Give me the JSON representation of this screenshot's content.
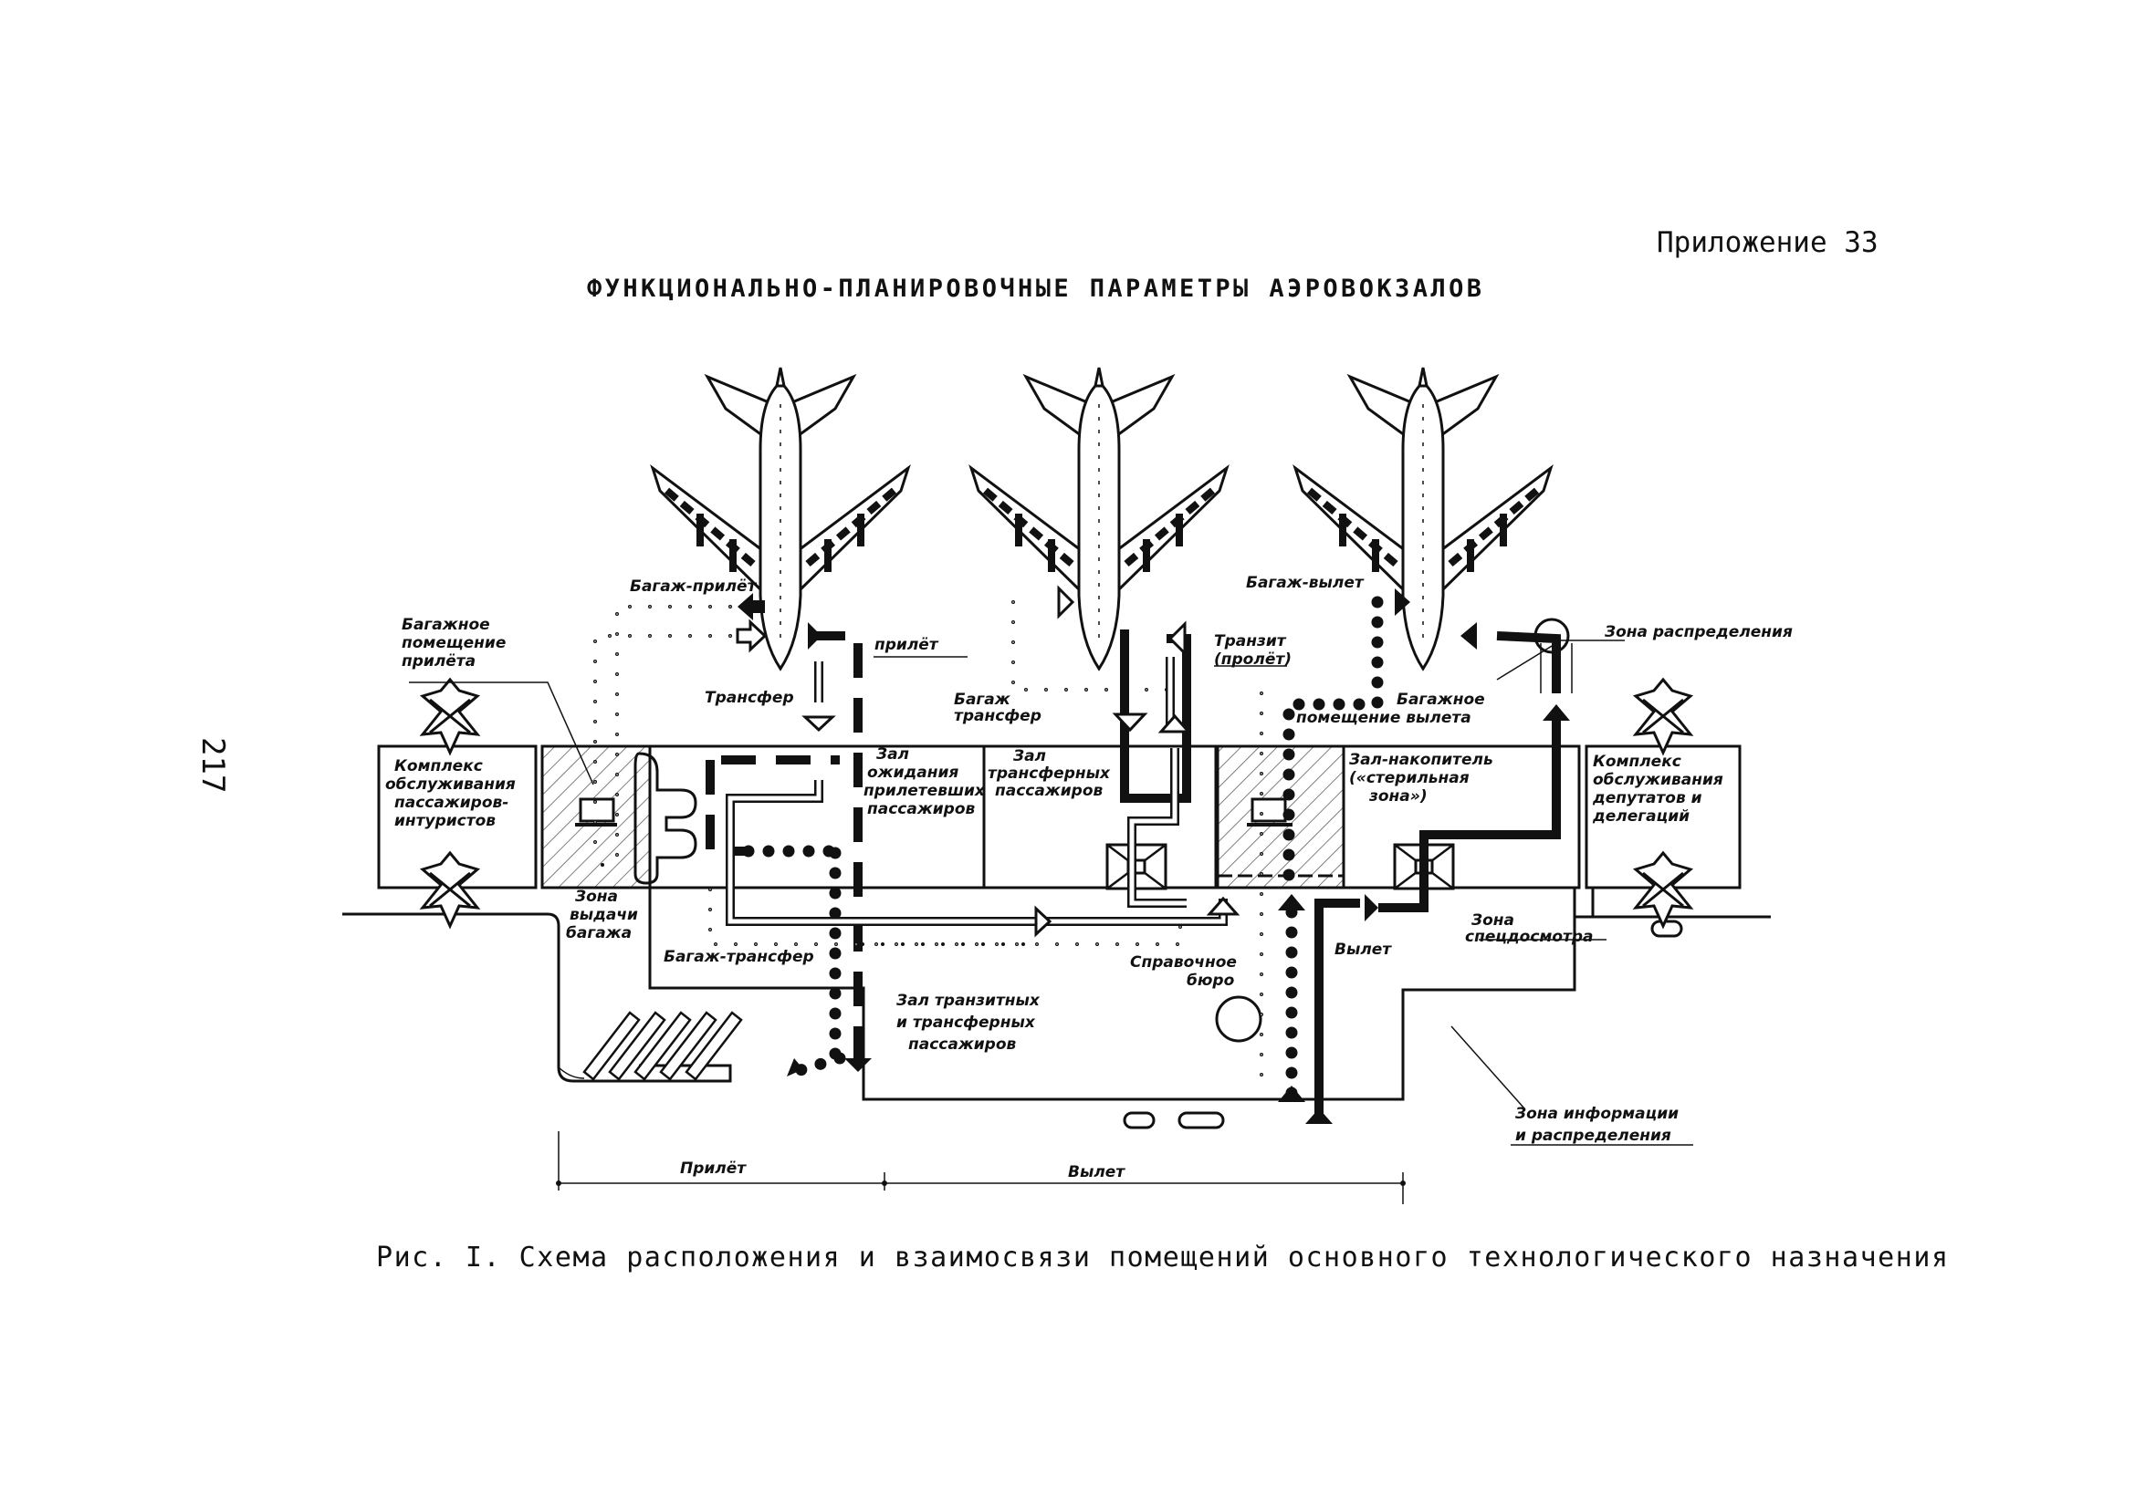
{
  "header": {
    "appendix": "Приложение 33",
    "title": "ФУНКЦИОНАЛЬНО-ПЛАНИРОВОЧНЫЕ ПАРАМЕТРЫ АЭРОВОКЗАЛОВ",
    "page_number": "217"
  },
  "diagram": {
    "labels": {
      "baggage_arrival": "Багаж-прилёт",
      "baggage_room_arrival": [
        "Багажное",
        "помещение",
        "прилёта"
      ],
      "arrival_flow": "прилёт",
      "transfer": "Трансфер",
      "baggage_transfer_top": [
        "Багаж",
        "трансфер"
      ],
      "transit": [
        "Транзит",
        "(пролёт)"
      ],
      "baggage_departure": "Багаж-вылет",
      "distribution_zone": "Зона распределения",
      "baggage_room_departure": [
        "Багажное",
        "помещение вылета"
      ],
      "tourist_complex": [
        "Комплекс",
        "обслуживания",
        "пассажиров-",
        "интуристов"
      ],
      "arrival_hall": [
        "Зал",
        "ожидания",
        "прилетевших",
        "пассажиров"
      ],
      "transfer_hall": [
        "Зал",
        "трансферных",
        "пассажиров"
      ],
      "departure_lounge": [
        "Зал-накопитель",
        "(«стерильная",
        "зона»)"
      ],
      "deputies_complex": [
        "Комплекс",
        "обслуживания",
        "депутатов и",
        "делегаций"
      ],
      "baggage_claim": [
        "Зона",
        "выдачи",
        "багажа"
      ],
      "baggage_transfer_bottom": "Багаж-трансфер",
      "info_desk": [
        "Справочное",
        "бюро"
      ],
      "departure_flow": "Вылет",
      "security_zone": [
        "Зона",
        "спецдосмотра"
      ],
      "transit_hall": [
        "Зал транзитных",
        "и трансферных",
        "пассажиров"
      ],
      "info_zone": [
        "Зона информации",
        "и распределения"
      ]
    },
    "dimension": {
      "arrival": "Прилёт",
      "departure": "Вылет"
    },
    "aircraft_count": 3
  },
  "caption": "Рис. I. Схема расположения и взаимосвязи помещений основного технологического назначения"
}
